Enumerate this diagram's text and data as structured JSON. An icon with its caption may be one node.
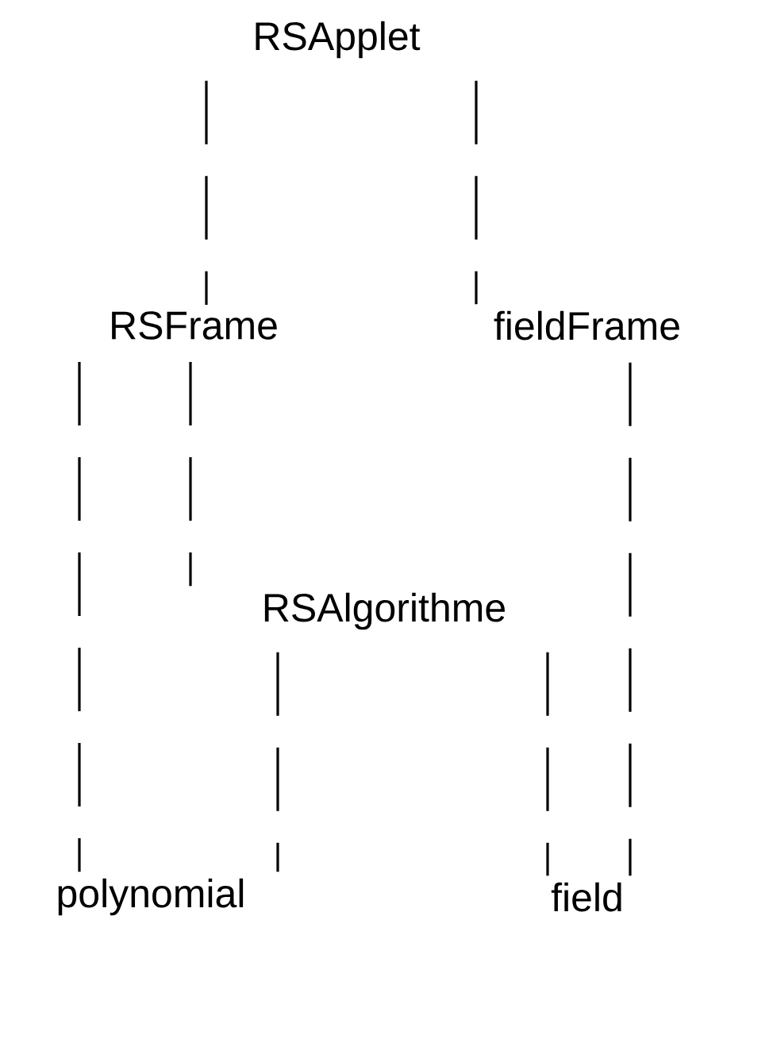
{
  "diagram": {
    "nodes": [
      {
        "text": [
          "RSApplet"
        ]
      },
      {
        "text": [
          "RSFrame"
        ]
      },
      {
        "text": [
          "fieldFrame"
        ]
      },
      {
        "text": [
          "RSAlgorithme"
        ]
      },
      {
        "text": [
          "polynomial"
        ]
      },
      {
        "text": [
          "field"
        ]
      }
    ],
    "edges": [
      {
        "from": 0,
        "to": 1,
        "arrow": "none"
      },
      {
        "from": 0,
        "to": 2,
        "arrow": "none"
      },
      {
        "from": 1,
        "to": 4,
        "arrow": "none"
      },
      {
        "from": 1,
        "to": 3,
        "arrow": "none"
      },
      {
        "from": 2,
        "to": 5,
        "arrow": "none"
      },
      {
        "from": 3,
        "to": 4,
        "arrow": "none"
      },
      {
        "from": 3,
        "to": 5,
        "arrow": "none"
      }
    ]
  }
}
